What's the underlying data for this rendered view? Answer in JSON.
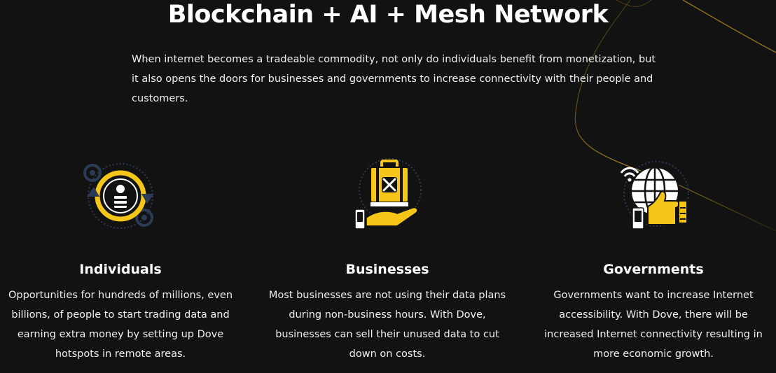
{
  "header": {
    "title": "Blockchain + AI + Mesh Network"
  },
  "intro": {
    "text": "When internet becomes a tradeable commodity, not only do individuals benefit from monetization, but it also opens the doors for businesses and governments to increase connectivity with their people and customers."
  },
  "features": [
    {
      "icon": "person-gear-cycle-icon",
      "title": "Individuals",
      "description": "Opportunities for hundreds of millions, even billions, of people to start trading data and earning extra money by setting up Dove hotspots in remote areas."
    },
    {
      "icon": "suitcase-hand-icon",
      "title": "Businesses",
      "description": "Most businesses are not using their data plans during non-business hours. With Dove, businesses can sell their unused data to cut down on costs."
    },
    {
      "icon": "globe-thumbs-up-icon",
      "title": "Governments",
      "description": "Governments want to increase Internet accessibility. With Dove, there will be increased Internet connectivity resulting in more economic growth."
    }
  ],
  "colors": {
    "background": "#121212",
    "accent": "#f5c518",
    "icon_dark": "#2b3a55",
    "text": "#ffffff"
  }
}
